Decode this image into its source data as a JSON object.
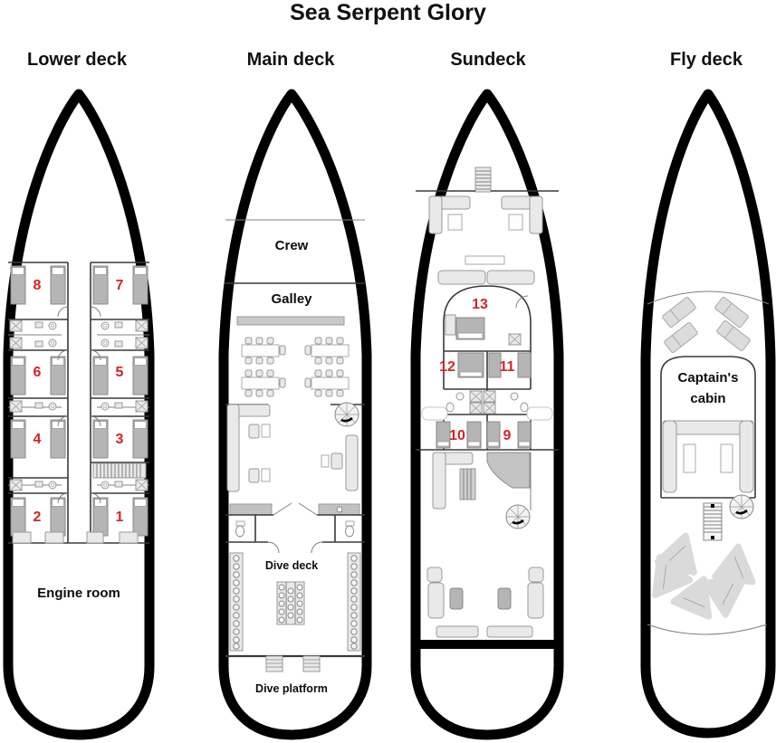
{
  "title": "Sea Serpent Glory",
  "decks": {
    "lower": {
      "label": "Lower deck",
      "cabin_numbers": [
        "8",
        "7",
        "6",
        "5",
        "4",
        "3",
        "2",
        "1"
      ],
      "engine_room_label": "Engine room"
    },
    "main": {
      "label": "Main deck",
      "crew_label": "Crew",
      "galley_label": "Galley",
      "dive_deck_label": "Dive deck",
      "dive_platform_label": "Dive platform"
    },
    "sundeck": {
      "label": "Sundeck",
      "cabin_numbers": [
        "13",
        "12",
        "11",
        "10",
        "9"
      ]
    },
    "fly": {
      "label": "Fly deck",
      "captains_cabin_line1": "Captain's",
      "captains_cabin_line2": "cabin"
    }
  },
  "colors": {
    "cabin_number": "#d42424",
    "hull": "#000000",
    "furniture_light": "#e9e9e9",
    "furniture_dark": "#b5b5b5",
    "wall": "#3a3a3a"
  }
}
